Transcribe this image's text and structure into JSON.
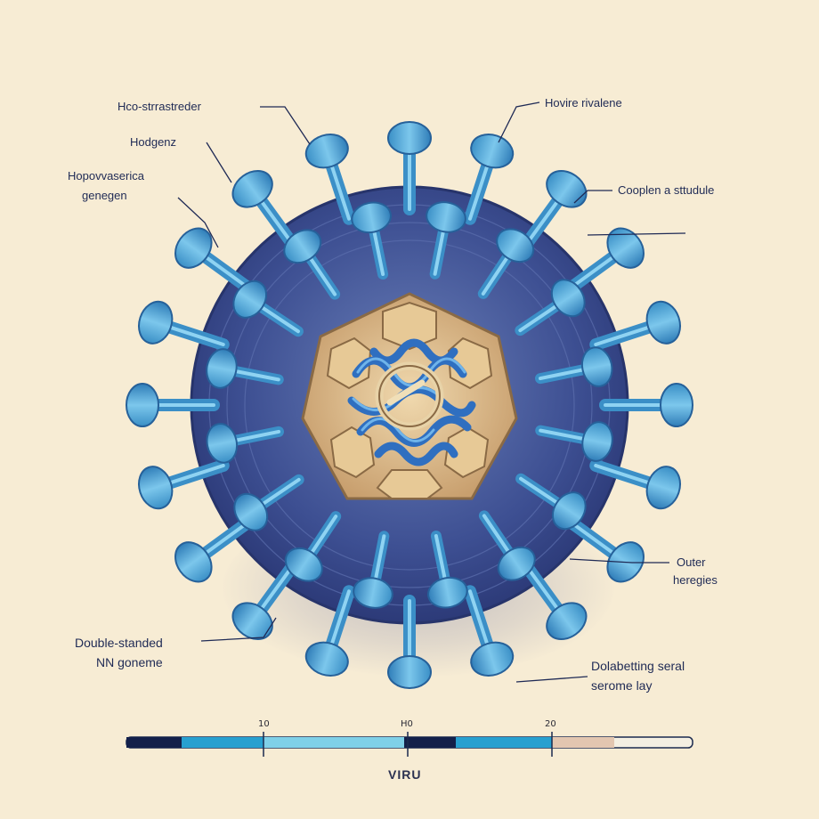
{
  "labels": {
    "top_left_1": "Hco-strrastreder",
    "top_left_2": "Hodgenz",
    "left_3_line1": "Hopovvaserica",
    "left_3_line2": "genegen",
    "top_right_1": "Hovire rivalene",
    "right_2": "Cooplen a sttudule",
    "right_3_line1": "Outer",
    "right_3_line2": "heregies",
    "bottom_left_line1": "Double-standed",
    "bottom_left_line2": "NN goneme",
    "bottom_right_line1": "Dolabetting seral",
    "bottom_right_line2": "serome lay"
  },
  "scale_bar": {
    "tick_labels": [
      "10",
      "H0",
      "20"
    ],
    "caption": "VIRU"
  },
  "colors": {
    "background": "#f7ecd4",
    "spike": "#4fa9d6",
    "spike_dark": "#2a6fa8",
    "envelope": "#3d4f92",
    "capsid": "#d8b78a",
    "genome": "#2f6fc0",
    "text": "#1f2a55"
  },
  "icons": {
    "virion": "virus-particle-illustration"
  }
}
